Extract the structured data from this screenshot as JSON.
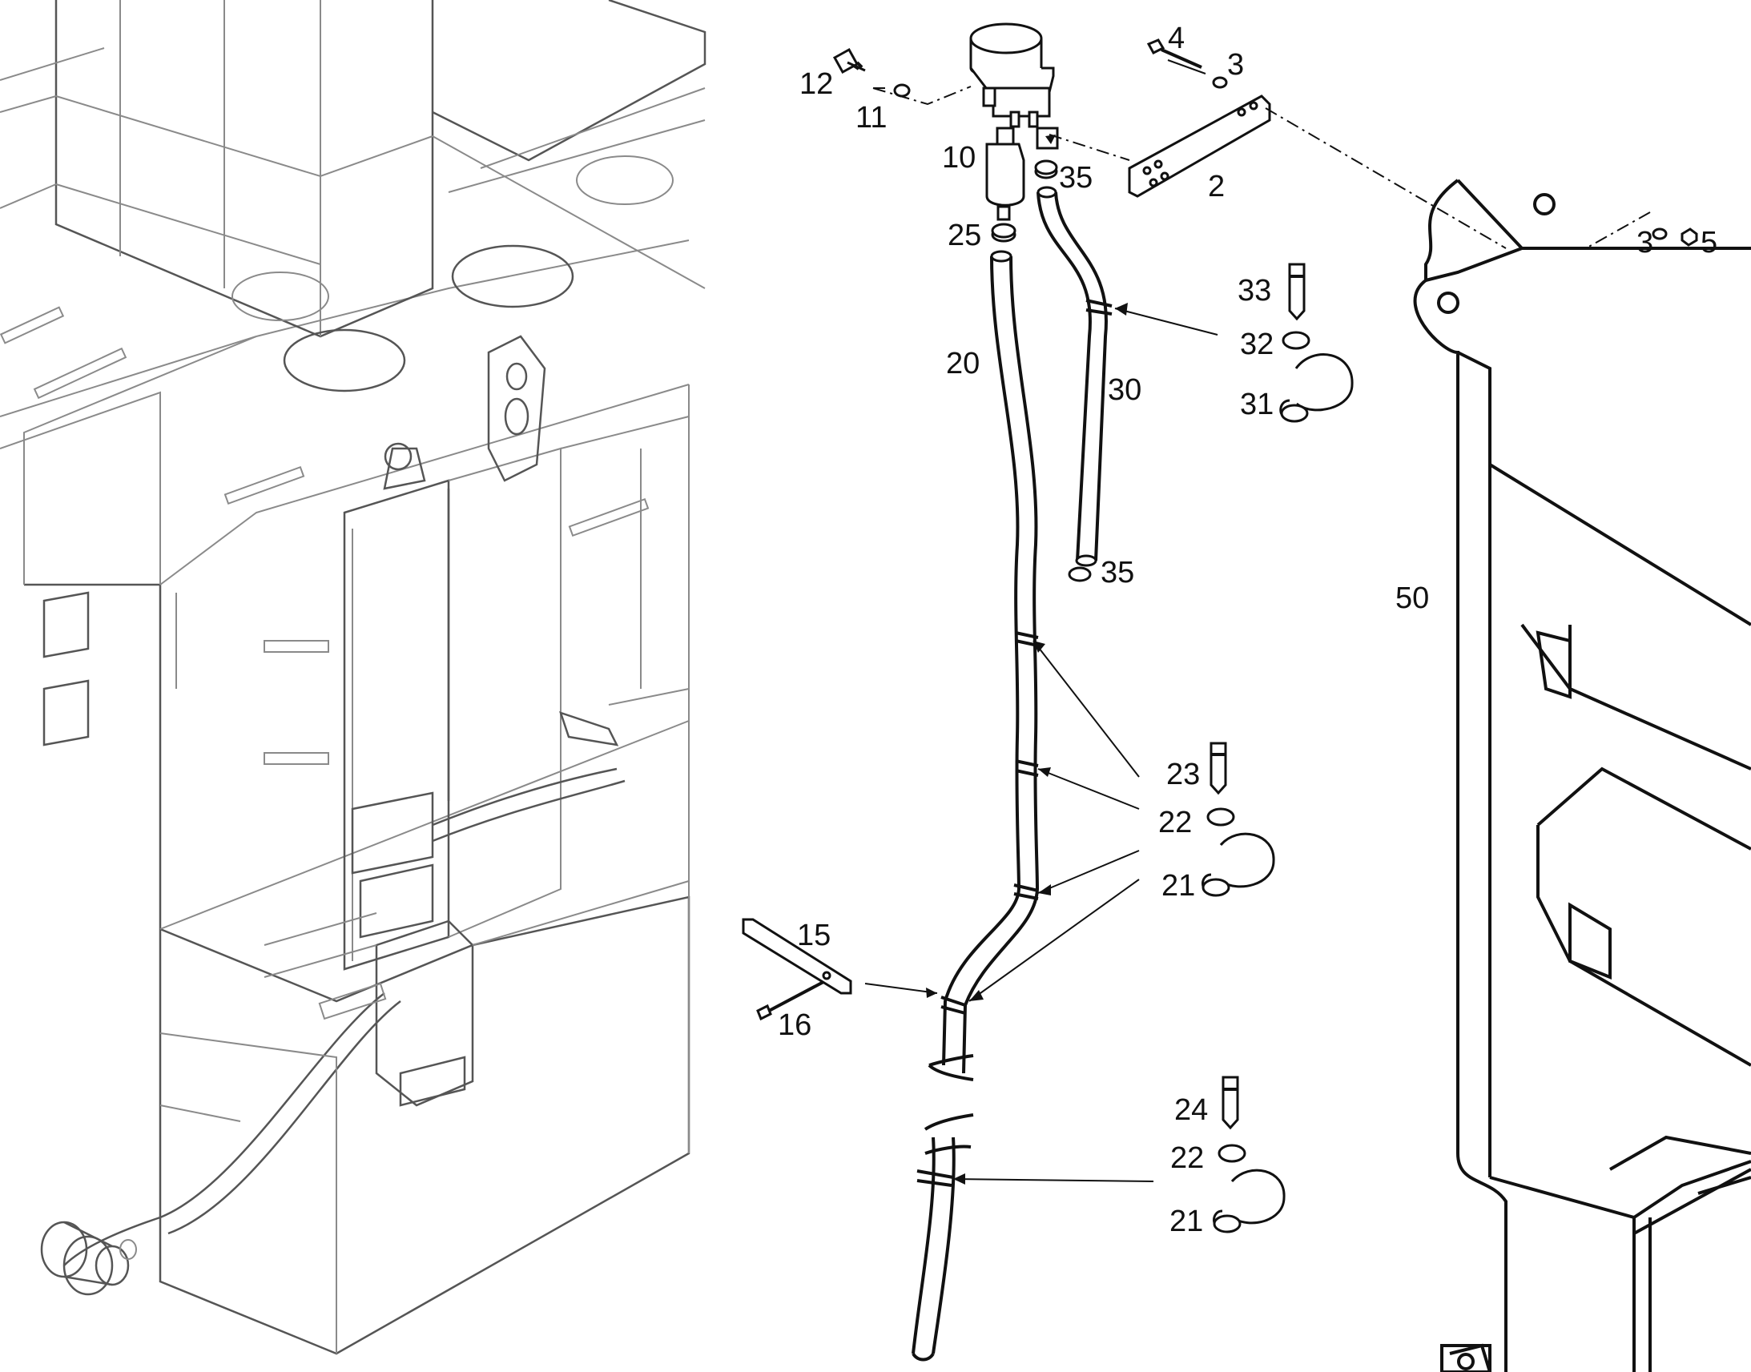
{
  "diagram": {
    "callouts": [
      {
        "key": "c12",
        "text": "12"
      },
      {
        "key": "c11",
        "text": "11"
      },
      {
        "key": "c10",
        "text": "10"
      },
      {
        "key": "c25",
        "text": "25"
      },
      {
        "key": "c20",
        "text": "20"
      },
      {
        "key": "c4",
        "text": "4"
      },
      {
        "key": "c3a",
        "text": "3"
      },
      {
        "key": "c35a",
        "text": "35"
      },
      {
        "key": "c2",
        "text": "2"
      },
      {
        "key": "c33",
        "text": "33"
      },
      {
        "key": "c32",
        "text": "32"
      },
      {
        "key": "c31",
        "text": "31"
      },
      {
        "key": "c30",
        "text": "30"
      },
      {
        "key": "c35b",
        "text": "35"
      },
      {
        "key": "c3b",
        "text": "3"
      },
      {
        "key": "c5",
        "text": "5"
      },
      {
        "key": "c50",
        "text": "50"
      },
      {
        "key": "c23",
        "text": "23"
      },
      {
        "key": "c22a",
        "text": "22"
      },
      {
        "key": "c21a",
        "text": "21"
      },
      {
        "key": "c15",
        "text": "15"
      },
      {
        "key": "c16",
        "text": "16"
      },
      {
        "key": "c24",
        "text": "24"
      },
      {
        "key": "c22b",
        "text": "22"
      },
      {
        "key": "c21b",
        "text": "21"
      }
    ]
  }
}
